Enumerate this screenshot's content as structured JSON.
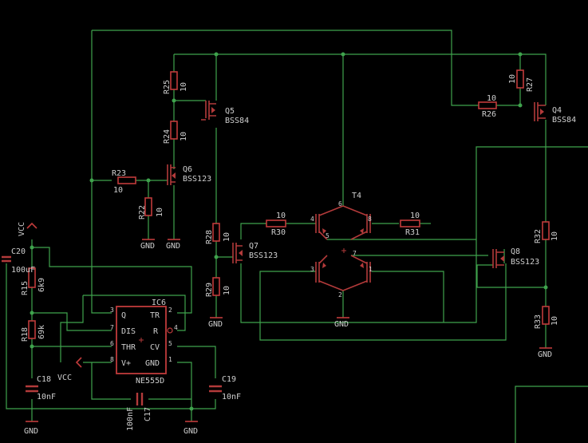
{
  "components": {
    "r25": {
      "name": "R25",
      "value": "10"
    },
    "r24": {
      "name": "R24",
      "value": "10"
    },
    "r23": {
      "name": "R23",
      "value": "10"
    },
    "r22": {
      "name": "R22",
      "value": "10"
    },
    "r27": {
      "name": "R27",
      "value": "10"
    },
    "r26": {
      "name": "R26",
      "value": "10"
    },
    "r28": {
      "name": "R28",
      "value": "10"
    },
    "r29": {
      "name": "R29",
      "value": "10"
    },
    "r30": {
      "name": "R30",
      "value": "10"
    },
    "r31": {
      "name": "R31",
      "value": "10"
    },
    "r32": {
      "name": "R32",
      "value": "10"
    },
    "r33": {
      "name": "R33",
      "value": "10"
    },
    "r15": {
      "name": "R15",
      "value": "6k9"
    },
    "r18": {
      "name": "R18",
      "value": "69k"
    },
    "q5": {
      "name": "Q5",
      "value": "BSS84"
    },
    "q4": {
      "name": "Q4",
      "value": "BSS84"
    },
    "q6": {
      "name": "Q6",
      "value": "BSS123"
    },
    "q7": {
      "name": "Q7",
      "value": "BSS123"
    },
    "q8": {
      "name": "Q8",
      "value": "BSS123"
    },
    "t4": {
      "name": "T4"
    },
    "c20": {
      "name": "C20",
      "value": "100uF"
    },
    "c18": {
      "name": "C18",
      "value": "10nF"
    },
    "c19": {
      "name": "C19",
      "value": "10nF"
    },
    "c17": {
      "name": "C17",
      "value": "100nF"
    },
    "ic6": {
      "name": "IC6",
      "value": "NE555D",
      "pins": {
        "q": "Q",
        "tr": "TR",
        "dis": "DIS",
        "r": "R",
        "thr": "THR",
        "cv": "CV",
        "vplus": "V+",
        "gnd": "GND"
      },
      "pin_numbers": {
        "p1": "1",
        "p2": "2",
        "p3": "3",
        "p4": "4",
        "p5": "5",
        "p6": "6",
        "p7": "7",
        "p8": "8"
      }
    },
    "t4_pins": {
      "p1": "1",
      "p2": "2",
      "p3": "3",
      "p4": "4",
      "p5": "5",
      "p6": "6",
      "p7": "7",
      "p8": "8"
    }
  },
  "labels": {
    "gnd": "GND",
    "vcc": "VCC"
  },
  "colors": {
    "background": "#000000",
    "wire": "#3fa34d",
    "part": "#b23a3a",
    "text": "#cfcfcf"
  }
}
